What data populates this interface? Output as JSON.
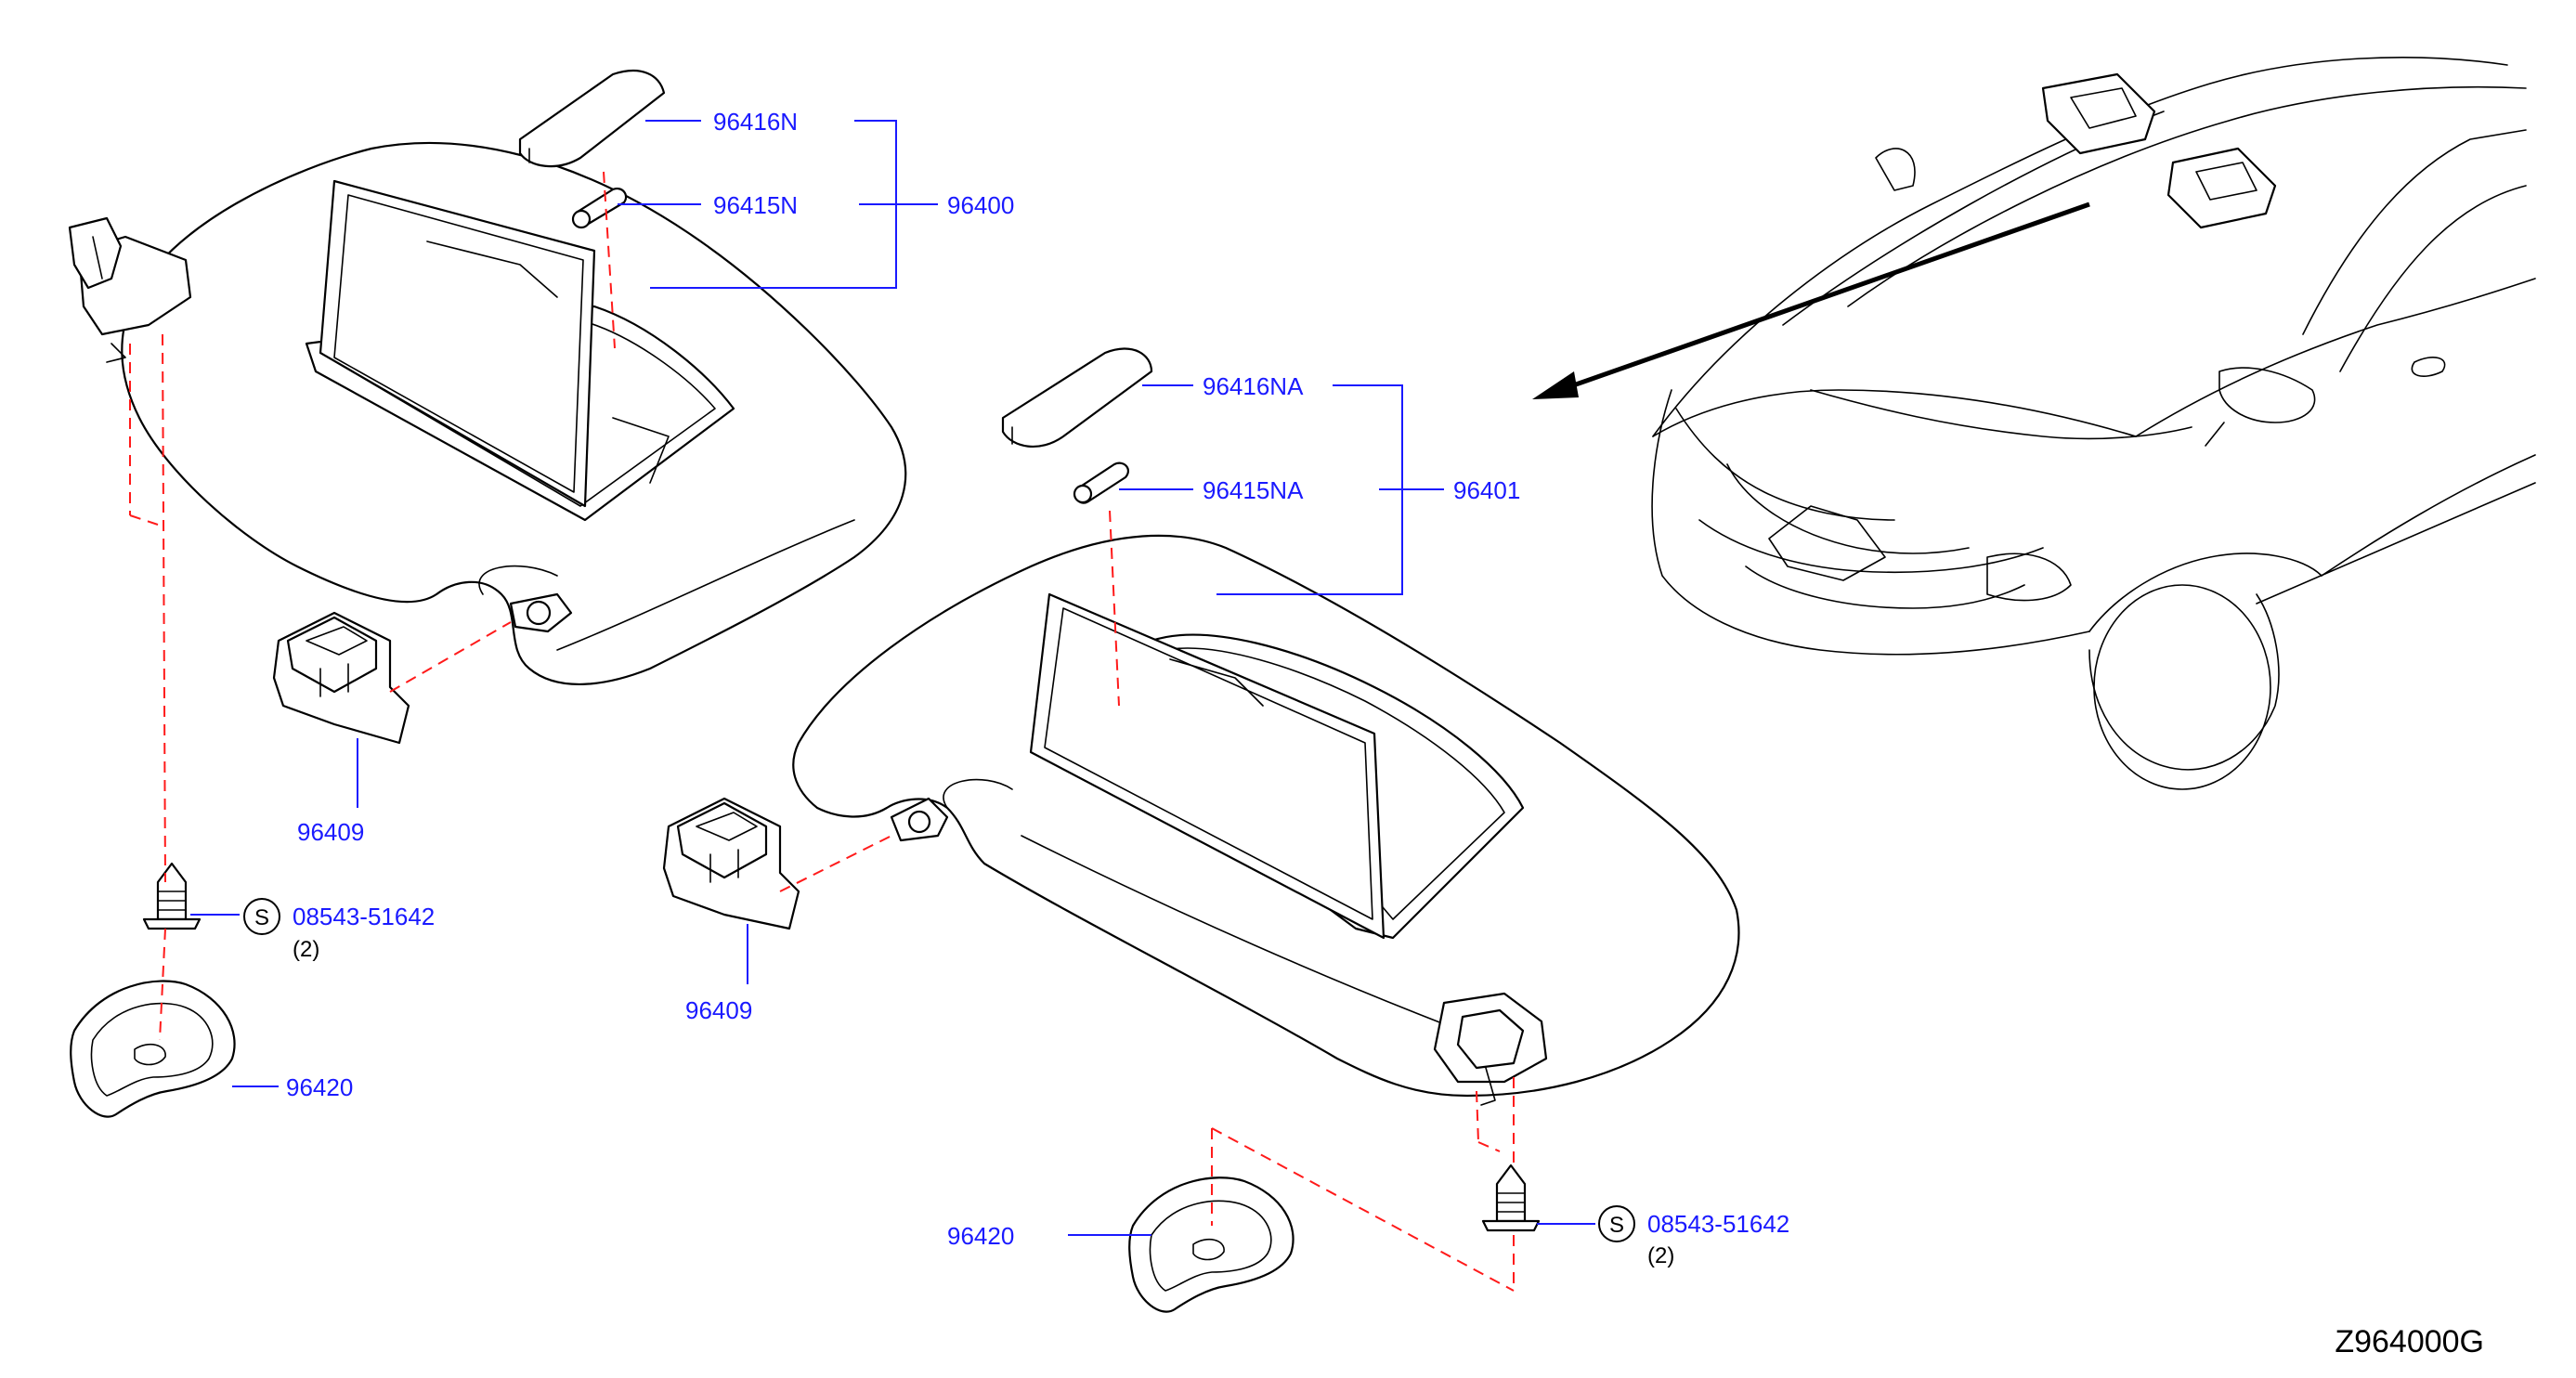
{
  "labels": {
    "mirror_lid_right": "96416N",
    "lamp_bulb_right": "96415N",
    "visor_assy_right": "96400",
    "mirror_lid_left": "96416NA",
    "lamp_bulb_left": "96415NA",
    "visor_assy_left": "96401",
    "holder_right": "96409",
    "holder_left": "96409",
    "screw_right": "08543-51642",
    "screw_right_qty": "(2)",
    "screw_left": "08543-51642",
    "screw_left_qty": "(2)",
    "cover_right": "96420",
    "cover_left": "96420",
    "s_symbol": "S",
    "diagram_code": "Z964000G"
  },
  "colors": {
    "label": "#1a1aff",
    "leader": "#1a1aff",
    "hidden_line": "#ff1a1a",
    "outline": "#000000"
  }
}
